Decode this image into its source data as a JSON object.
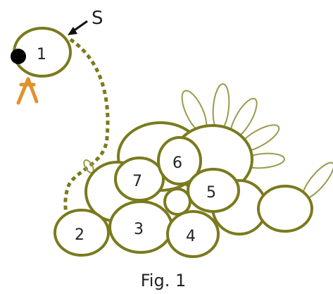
{
  "diagram": {
    "caption": "Fig. 1",
    "start_marker": "S",
    "ring_labels": [
      "1",
      "2",
      "3",
      "4",
      "5",
      "6",
      "7"
    ]
  },
  "colors": {
    "ring": "#7a7a1e",
    "petal": "#9a9a50",
    "legs": "#e0922e",
    "eye": "#000000",
    "text": "#222222",
    "background": "#ffffff"
  }
}
